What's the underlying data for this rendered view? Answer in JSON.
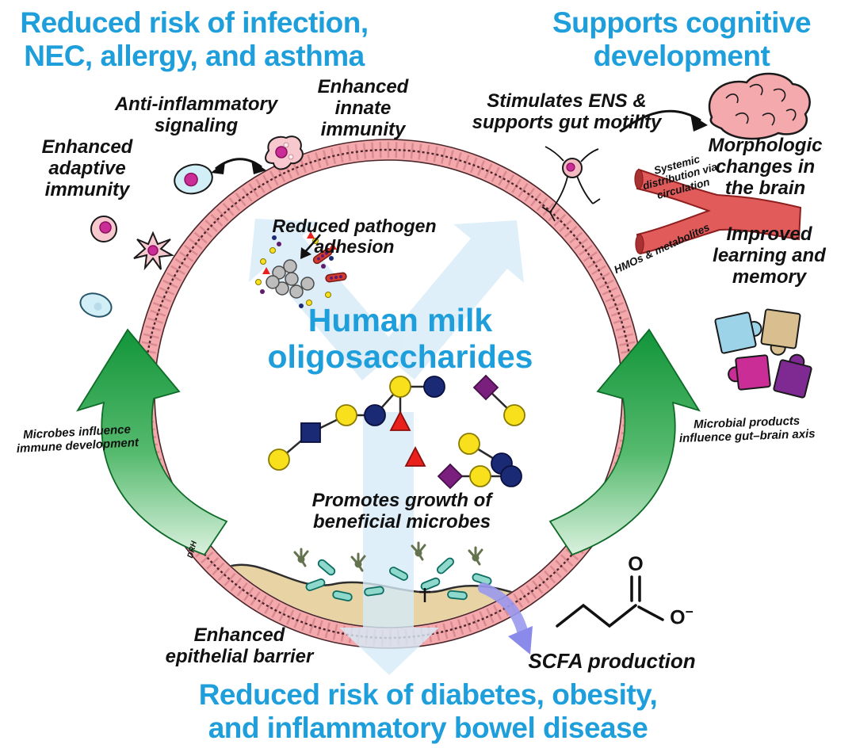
{
  "colors": {
    "accent_blue": "#1e9fdb",
    "ring_pink": "#f4a9ad",
    "arrow_green": "#12953a",
    "flow_arrow_blue": "#d6ebf8",
    "epithelium_tan": "#e7d3a4",
    "vessel_red": "#e25b5b",
    "nucleus_magenta": "#cb2d96",
    "glyph_yellow": "#f8e11c",
    "glyph_navy": "#1b2a75",
    "glyph_red": "#e8211d",
    "glyph_purple": "#7a1f7d"
  },
  "headlines": {
    "top_left": "Reduced risk of infection,\nNEC, allergy, and asthma",
    "top_right": "Supports cognitive\ndevelopment",
    "bottom": "Reduced risk of diabetes, obesity,\nand inflammatory bowel disease"
  },
  "center_title": "Human milk\noligosaccharides",
  "labels": {
    "adaptive_immunity": "Enhanced\nadaptive\nimmunity",
    "anti_inflammatory_signaling": "Anti-inflammatory\nsignaling",
    "innate_immunity": "Enhanced\ninnate\nimmunity",
    "stimulates_ens": "Stimulates ENS &\nsupports gut motility",
    "morphologic_changes": "Morphologic\nchanges in\nthe brain",
    "improved_learning": "Improved\nlearning and\nmemory",
    "reduced_pathogen_adhesion": "Reduced pathogen\nadhesion",
    "promotes_growth": "Promotes growth of\nbeneficial microbes",
    "enhanced_epithelial_barrier": "Enhanced\nepithelial barrier",
    "scfa_production": "SCFA production",
    "microbes_influence": "Microbes influence\nimmune development",
    "microbial_products": "Microbial products\ninfluence gut–brain axis",
    "systemic_distribution": "Systemic\ndistribution via\ncirculation",
    "hmos_metabolites": "HMOs & metabolites",
    "signature": "DRH"
  },
  "chemistry": {
    "o_carbonyl": "O",
    "o_carboxylate": "O",
    "charge": "−"
  }
}
